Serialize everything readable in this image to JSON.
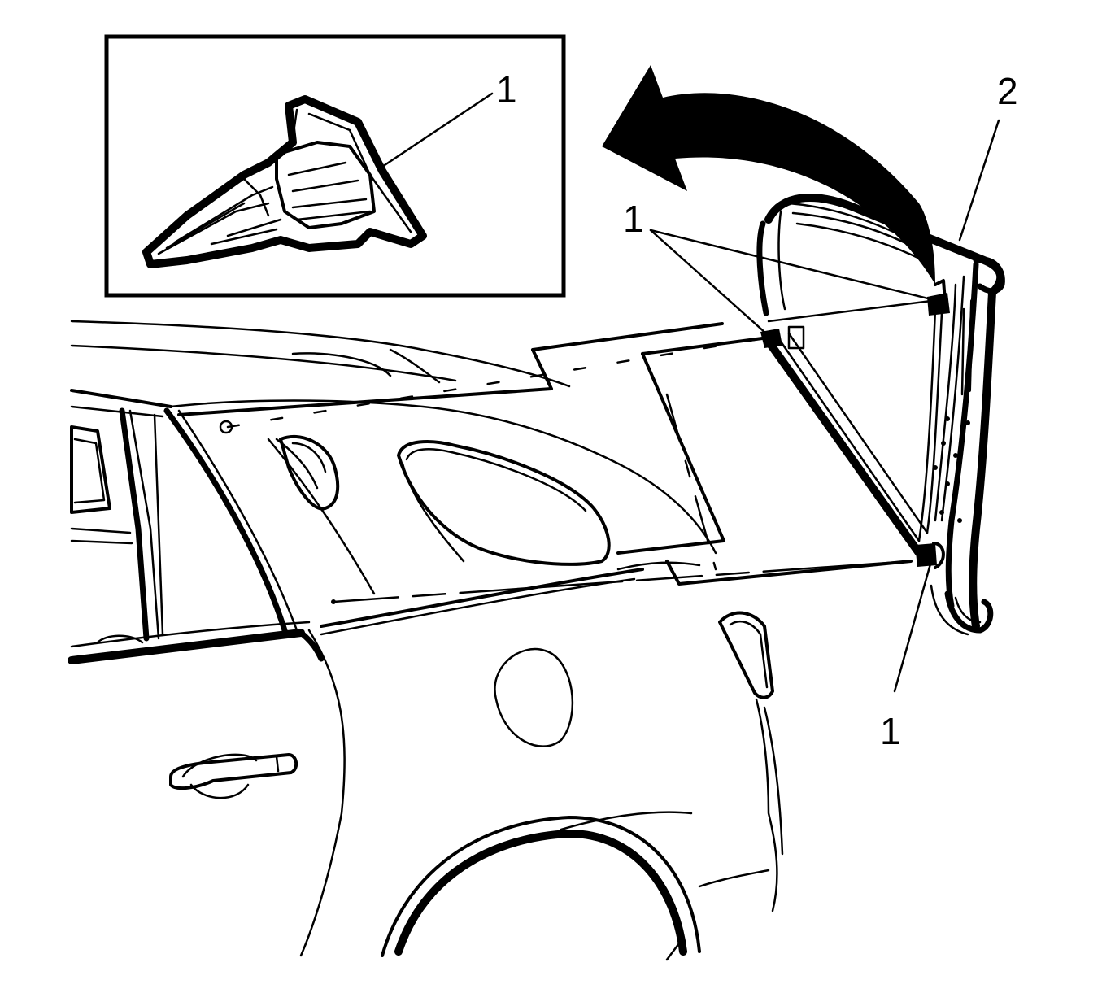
{
  "callouts": {
    "inset_clip": "1",
    "upper_clip": "1",
    "lower_clip": "1",
    "trim_panel": "2"
  }
}
